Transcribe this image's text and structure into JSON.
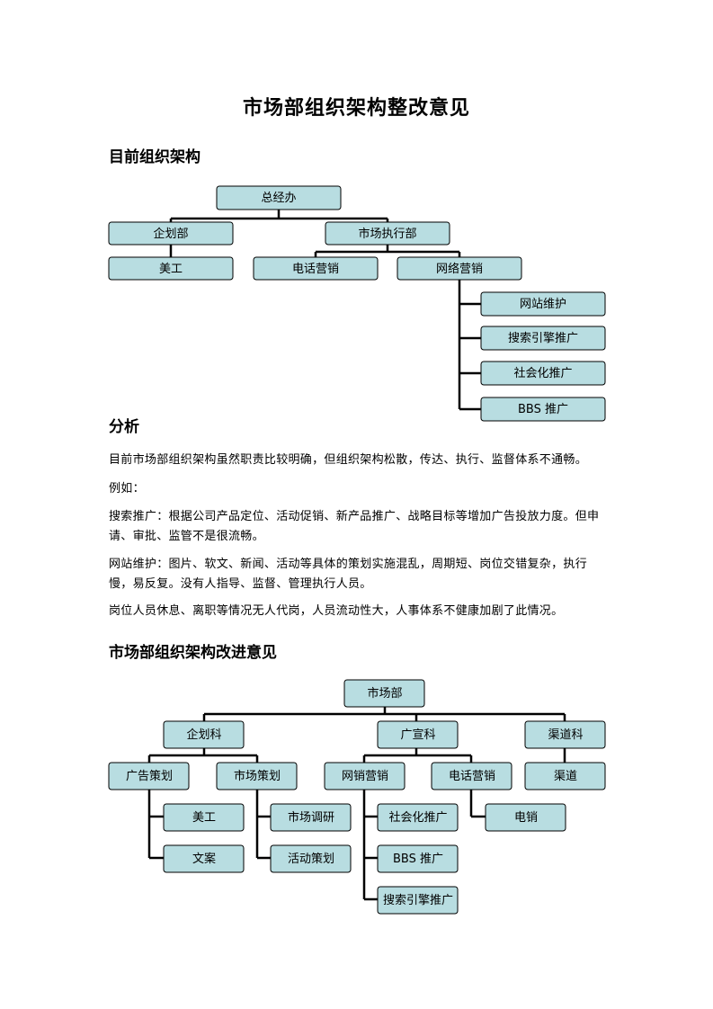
{
  "document": {
    "title": "市场部组织架构整改意见",
    "section_current": "目前组织架构",
    "section_analysis": "分析",
    "section_improve": "市场部组织架构改进意见",
    "paragraphs": [
      "目前市场部组织架构虽然职责比较明确，但组织架构松散，传达、执行、监督体系不通畅。",
      "例如：",
      "搜索推广：根据公司产品定位、活动促销、新产品推广、战略目标等增加广告投放力度。但申请、审批、监管不是很流畅。",
      "网站维护：图片、软文、新闻、活动等具体的策划实施混乱，周期短、岗位交错复杂，执行慢，易反复。没有人指导、监督、管理执行人员。",
      "岗位人员休息、离职等情况无人代岗，人员流动性大，人事体系不健康加剧了此情况。"
    ]
  },
  "org_current": {
    "nodes": {
      "general_office": "总经办",
      "planning_dept": "企划部",
      "market_exec_dept": "市场执行部",
      "art_design": "美工",
      "phone_marketing": "电话营销",
      "web_marketing": "网络营销",
      "site_maintenance": "网站维护",
      "search_promotion": "搜索引擎推广",
      "social_promotion": "社会化推广",
      "bbs_promotion": "BBS 推广"
    }
  },
  "org_improved": {
    "nodes": {
      "market_dept": "市场部",
      "planning_section": "企划科",
      "ad_section": "广宣科",
      "channel_section": "渠道科",
      "ad_planning": "广告策划",
      "market_planning": "市场策划",
      "web_sales": "网销营销",
      "phone_sales": "电话营销",
      "channel": "渠道",
      "art_design": "美工",
      "copywriting": "文案",
      "market_research": "市场调研",
      "event_planning": "活动策划",
      "social_promotion": "社会化推广",
      "bbs_promotion": "BBS 推广",
      "search_promotion": "搜索引擎推广",
      "telesales": "电销"
    }
  }
}
